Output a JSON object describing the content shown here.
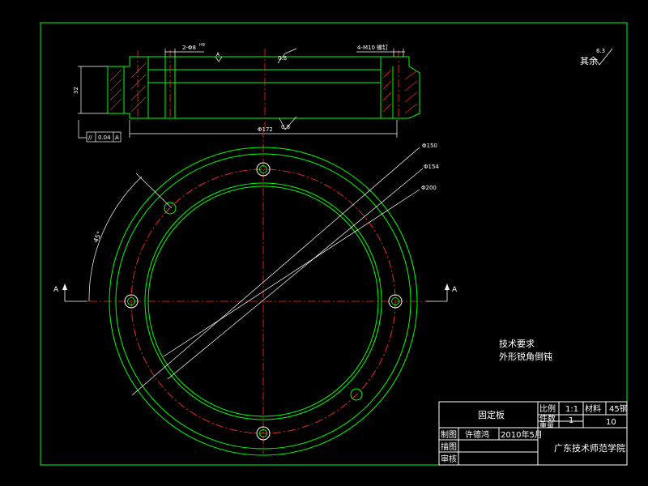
{
  "section_view": {
    "dim_top_left": "2-Φ8",
    "dim_top_left_sup": "H9",
    "datum_symbol": "A",
    "roughness_top": "0.8",
    "dim_top_right": "4-M10 螺钉",
    "dim_height": "32",
    "dim_bottom": "Φ172",
    "roughness_bottom": "0.8",
    "tolerance_symbol": "//",
    "tolerance_value": "0.04",
    "tolerance_datum": "A"
  },
  "roughness_note": {
    "value": "6.3",
    "label": "其余"
  },
  "plan_view": {
    "dim_d1": "Φ150",
    "dim_d2": "Φ154",
    "dim_d3": "Φ200",
    "angle": "45°",
    "section_mark_left": "A",
    "section_mark_right": "A"
  },
  "tech_requirements": {
    "title": "技术要求",
    "line1": "外形锐角倒钝"
  },
  "title_block": {
    "part_name": "固定板",
    "scale_label": "比例",
    "scale_value": "1:1",
    "material_label": "材料",
    "material_value": "45钢",
    "qty_label": "件数",
    "qty_value": "1",
    "weight_label": "重量",
    "drawing_no": "10",
    "drawn_label": "制图",
    "drawn_by": "许德鸿",
    "drawn_date": "2010年5月",
    "traced_label": "描图",
    "checked_label": "审核",
    "school": "广东技术师范学院"
  }
}
